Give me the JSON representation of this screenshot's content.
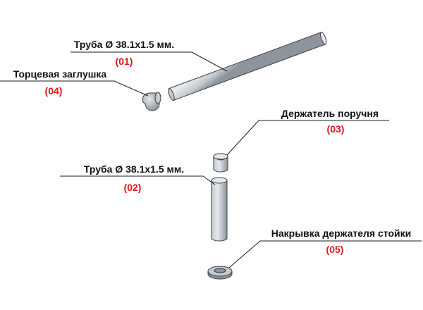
{
  "colors": {
    "part_code": "#e0141e",
    "label_text": "#111111",
    "leader_line": "#1a1a1a",
    "metal_light": "#e6e9ec",
    "metal_mid": "#c4c9ce",
    "metal_dark": "#8d949b",
    "outline": "#3a3f44"
  },
  "callouts": [
    {
      "title": "Труба Ø 38.1x1.5 мм.",
      "code": "(01)"
    },
    {
      "title": "Торцевая заглушка",
      "code": "(04)"
    },
    {
      "title": "Держатель поручня",
      "code": "(03)"
    },
    {
      "title": "Труба Ø 38.1x1.5 мм.",
      "code": "(02)"
    },
    {
      "title": "Накрывка держателя стойки",
      "code": "(05)"
    }
  ]
}
